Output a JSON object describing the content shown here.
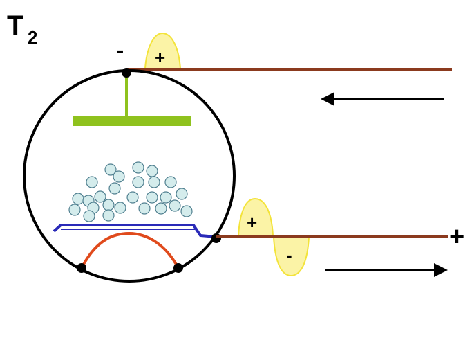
{
  "title": {
    "main": "T",
    "subscript": "2"
  },
  "labels": {
    "top_terminal": "-",
    "top_pulse": "+",
    "bottom_pulse_pos": "+",
    "bottom_pulse_neg": "-",
    "bottom_terminal": "+"
  },
  "colors": {
    "wire": "#8b3a1e",
    "cathode": "#2a2ab8",
    "heater": "#e04a1c",
    "plate": "#8fc21e",
    "pulse_fill": "#fbf3a6",
    "pulse_stroke": "#f3e33a",
    "electron_fill": "#d4ecec",
    "electron_stroke": "#4f7f8f",
    "arrow": "#000000",
    "tube": "#000000"
  },
  "icons": [
    "vacuum-tube",
    "anode-plate",
    "cathode",
    "heater-filament",
    "electron-cloud",
    "arrow-left",
    "arrow-right"
  ],
  "electron_count": 26
}
